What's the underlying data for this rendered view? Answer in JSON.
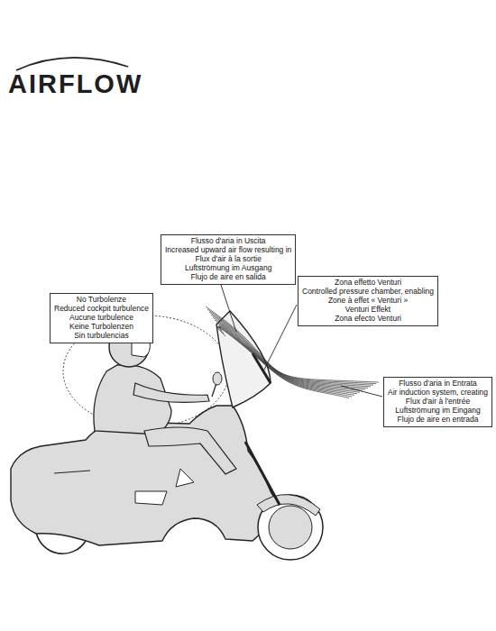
{
  "diagram": {
    "title": "AIRFLOW",
    "nodes": [
      {
        "text": [
          "Flusso d'aria in Uscita",
          "Increased upward air flow resulting in",
          "Flux d'air à la sortie",
          "Luftströmung im Ausgang",
          "Flujo de aire en salida"
        ]
      },
      {
        "text": [
          "Zona effetto Venturi",
          "Controlled pressure chamber, enabling",
          "Zone à effet « Venturi »",
          "Venturi Effekt",
          "Zona efecto Venturi"
        ]
      },
      {
        "text": [
          "No Turbolenze",
          "Reduced cockpit turbulence",
          "Aucune turbulence",
          "Keine Turbolenzen",
          "Sin turbulencias"
        ]
      },
      {
        "text": [
          "Flusso d'aria in Entrata",
          "Air induction system, creating",
          "Flux d'air à l'entrée",
          "Luftströmung im Eingang",
          "Flujo de aire en entrada"
        ]
      }
    ]
  }
}
